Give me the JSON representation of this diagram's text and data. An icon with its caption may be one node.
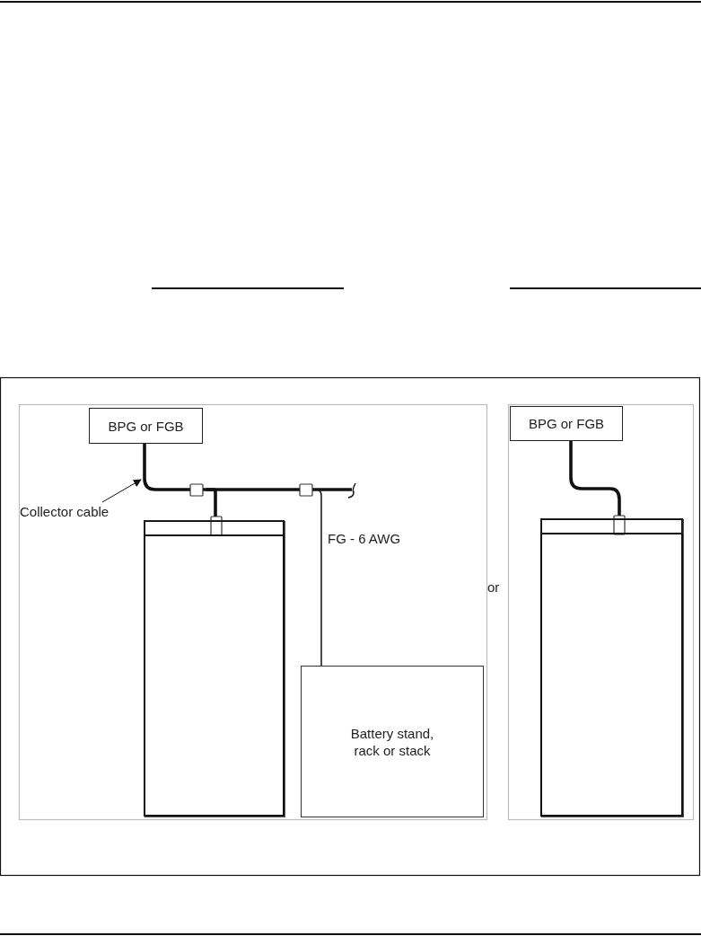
{
  "diagram": {
    "nodes": [
      {
        "text": [
          "BPG or FGB"
        ]
      },
      {
        "text": [
          "Collector cable"
        ]
      },
      {
        "text": [],
        "shape": "box"
      },
      {
        "text": [
          "Battery stand, rack or stack"
        ]
      },
      {
        "text": [
          "BPG or FGB"
        ]
      },
      {
        "text": [],
        "shape": "box"
      }
    ],
    "edges": [
      {
        "from": 0,
        "to": 2,
        "arrow": "none",
        "style": "thick"
      },
      {
        "from": 0,
        "to": 3,
        "arrow": "none",
        "label": "FG - 6 AWG"
      },
      {
        "from": 1,
        "to": null,
        "arrow": "to"
      },
      {
        "from": 4,
        "to": 5,
        "arrow": "none",
        "style": "thick"
      }
    ],
    "labels": [
      "or"
    ]
  }
}
